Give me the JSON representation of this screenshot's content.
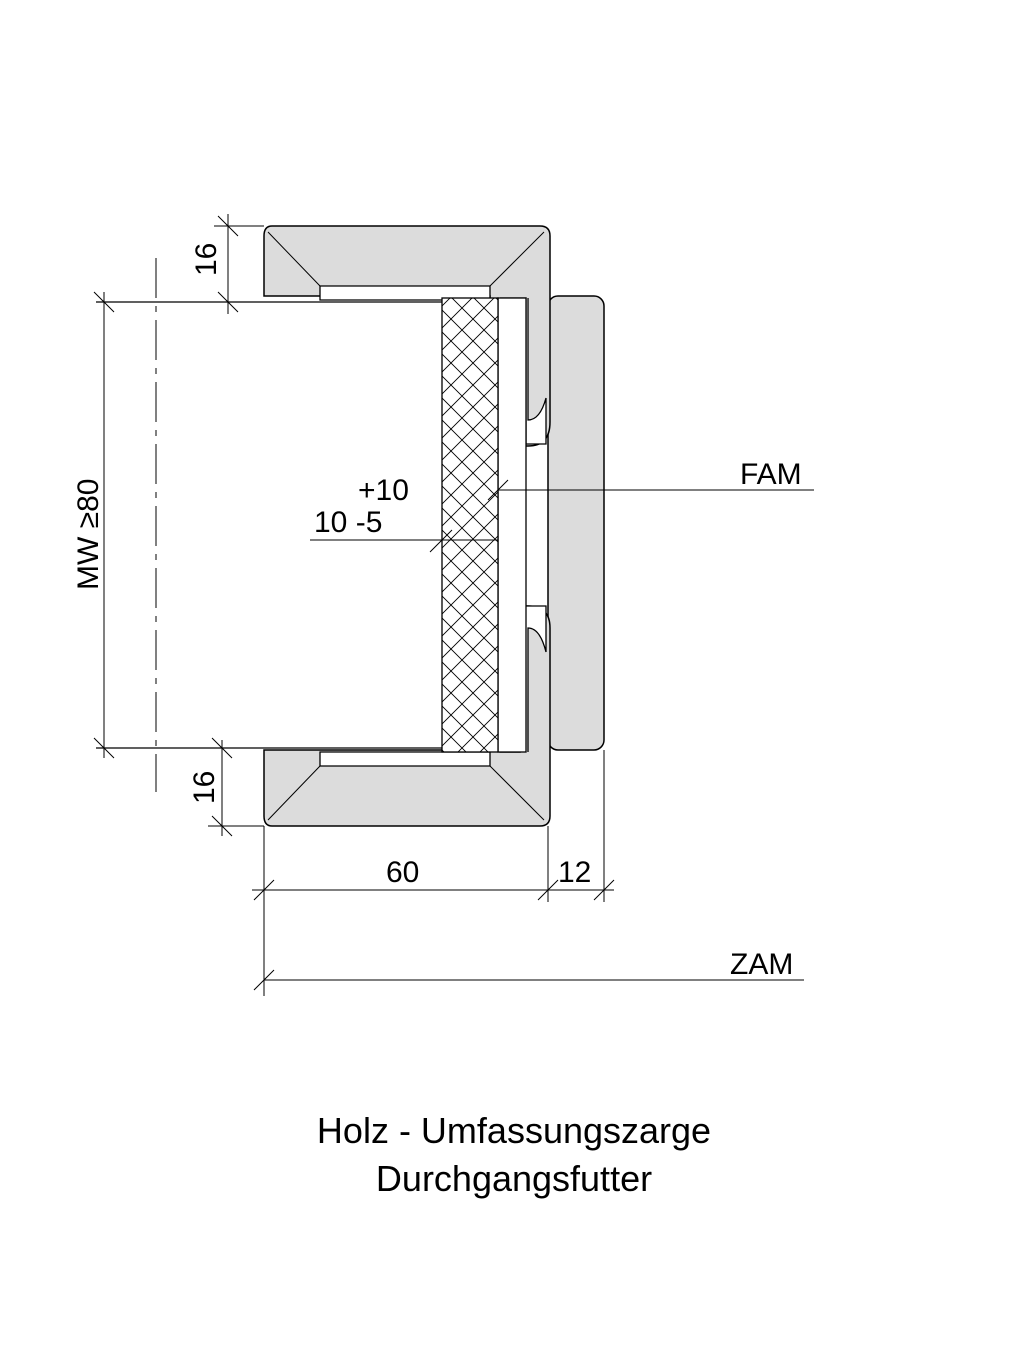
{
  "dimensions": {
    "top_jamb": "16",
    "bottom_jamb": "16",
    "wall_thickness": "MW ≥80",
    "gap_plus": "+10",
    "gap_value": "10 -5",
    "frame_depth": "60",
    "cover_depth": "12"
  },
  "labels": {
    "fam": "FAM",
    "zam": "ZAM"
  },
  "caption": {
    "line1": "Holz - Umfassungszarge",
    "line2": "Durchgangsfutter"
  }
}
